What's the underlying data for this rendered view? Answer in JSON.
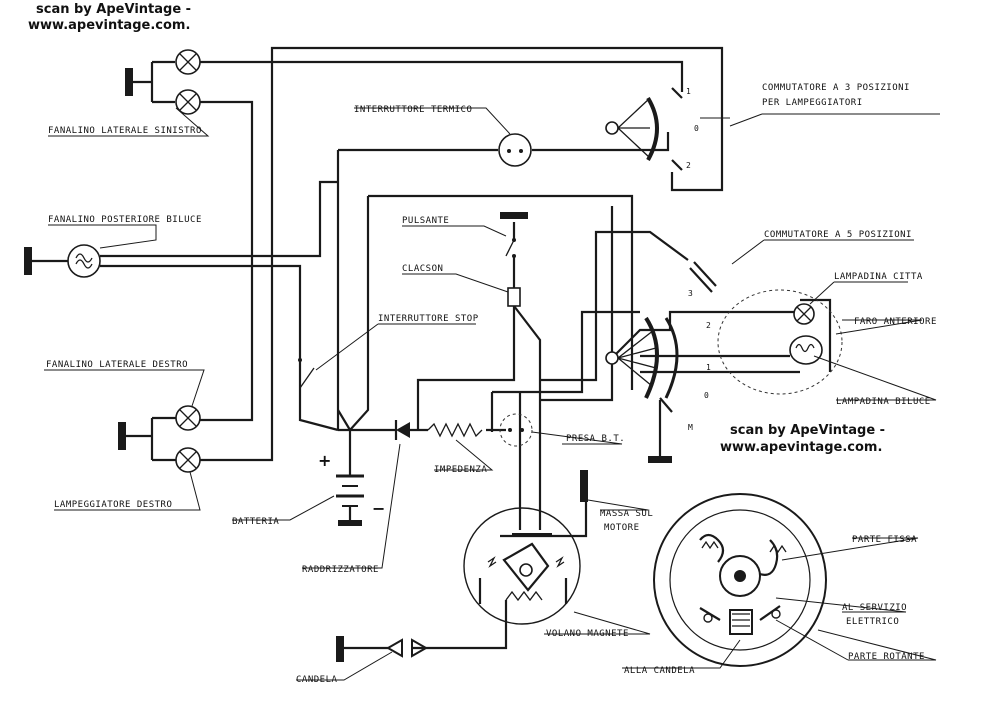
{
  "credits": {
    "top_line1": "scan by ApeVintage -",
    "top_line2": "www.apevintage.com.",
    "mid_line1": "scan by ApeVintage -",
    "mid_line2": "www.apevintage.com."
  },
  "labels": {
    "fanalino_sinistro": "FANALINO LATERALE SINISTRO",
    "fanalino_posteriore": "FANALINO POSTERIORE BILUCE",
    "fanalino_destro": "FANALINO LATERALE DESTRO",
    "lampeggiatore_destro": "LAMPEGGIATORE DESTRO",
    "interruttore_termico": "INTERRUTTORE TERMICO",
    "commutatore3_line1": "COMMUTATORE A 3 POSIZIONI",
    "commutatore3_line2": "PER LAMPEGGIATORI",
    "commutatore5": "COMMUTATORE A 5 POSIZIONI",
    "pulsante": "PULSANTE",
    "clacson": "CLACSON",
    "interruttore_stop": "INTERRUTTORE STOP",
    "lampadina_citta": "LAMPADINA CITTA",
    "faro_anteriore": "FARO ANTERIORE",
    "lampadina_biluce": "LAMPADINA BILUCE",
    "presa_bt": "PRESA B.T.",
    "impedenza": "IMPEDENZA",
    "batteria": "BATTERIA",
    "raddrizzatore": "RADDRIZZATORE",
    "massa_motore_line1": "MASSA SUL",
    "massa_motore_line2": "MOTORE",
    "parte_fissa": "PARTE FISSA",
    "al_servizio_line1": "AL SERVIZIO",
    "al_servizio_line2": "ELETTRICO",
    "parte_rotante": "PARTE ROTANTE",
    "volano_magnete": "VOLANO MAGNETE",
    "alla_candela": "ALLA CANDELA",
    "candela": "CANDELA"
  },
  "switch_positions": {
    "comm3": [
      "1",
      "0",
      "2"
    ],
    "comm5": [
      "3",
      "2",
      "1",
      "0",
      "M"
    ]
  },
  "battery_signs": {
    "plus": "+",
    "minus": "−"
  }
}
